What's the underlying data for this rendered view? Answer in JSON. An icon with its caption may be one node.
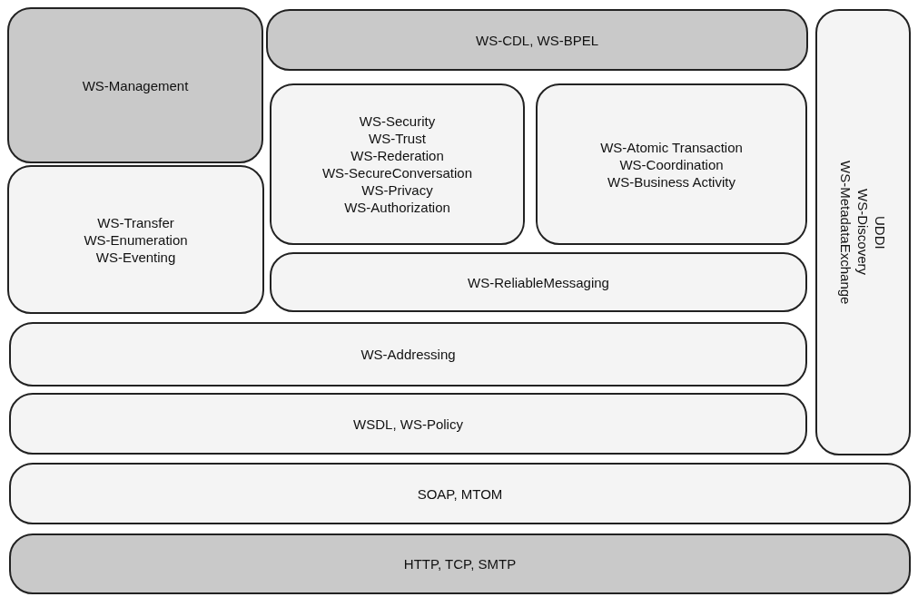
{
  "diagram": {
    "nodes": [
      {
        "text": [
          "WS-Management"
        ]
      },
      {
        "text": [
          "WS-CDL, WS-BPEL"
        ]
      },
      {
        "text": [
          "UDDI",
          "WS-Discovery",
          "WS-MetadataExchange"
        ]
      },
      {
        "text": [
          "WS-Security",
          "WS-Trust",
          "WS-Rederation",
          "WS-SecureConversation",
          "WS-Privacy",
          "WS-Authorization"
        ]
      },
      {
        "text": [
          "WS-Atomic Transaction",
          "WS-Coordination",
          "WS-Business Activity"
        ]
      },
      {
        "text": [
          "WS-Transfer",
          "WS-Enumeration",
          "WS-Eventing"
        ]
      },
      {
        "text": [
          "WS-ReliableMessaging"
        ]
      },
      {
        "text": [
          "WS-Addressing"
        ]
      },
      {
        "text": [
          "WSDL, WS-Policy"
        ]
      },
      {
        "text": [
          "SOAP, MTOM"
        ]
      },
      {
        "text": [
          "HTTP, TCP, SMTP"
        ]
      }
    ],
    "edges": []
  }
}
